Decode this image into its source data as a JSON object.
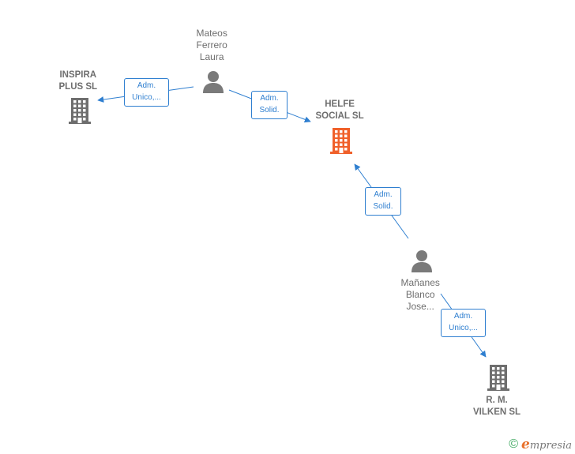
{
  "diagram": {
    "nodes": [
      {
        "id": "inspira",
        "kind": "company",
        "lines": [
          "INSPIRA",
          "PLUS  SL"
        ],
        "focus": false
      },
      {
        "id": "mateos",
        "kind": "person",
        "lines": [
          "Mateos",
          "Ferrero",
          "Laura"
        ]
      },
      {
        "id": "helfe",
        "kind": "company",
        "lines": [
          "HELFE",
          "SOCIAL  SL"
        ],
        "focus": true
      },
      {
        "id": "mananes",
        "kind": "person",
        "lines": [
          "Mañanes",
          "Blanco",
          "Jose..."
        ]
      },
      {
        "id": "rmvilken",
        "kind": "company",
        "lines": [
          "R.  M.",
          "VILKEN  SL"
        ],
        "focus": false
      }
    ],
    "edges": [
      {
        "from": "mateos",
        "to": "inspira",
        "label": [
          "Adm.",
          "Unico,..."
        ]
      },
      {
        "from": "mateos",
        "to": "helfe",
        "label": [
          "Adm.",
          "Solid."
        ]
      },
      {
        "from": "mananes",
        "to": "helfe",
        "label": [
          "Adm.",
          "Solid."
        ]
      },
      {
        "from": "mananes",
        "to": "rmvilken",
        "label": [
          "Adm.",
          "Unico,..."
        ]
      }
    ]
  },
  "colors": {
    "edge": "#2f7fd0",
    "company_icon": "#6e6e6e",
    "focus_company_icon": "#f0602a",
    "person_icon": "#7a7a7a",
    "label_text": "#6e6e6e"
  },
  "footer": {
    "copyright_symbol": "©",
    "brand_initial": "e",
    "brand_rest": "mpresia"
  }
}
